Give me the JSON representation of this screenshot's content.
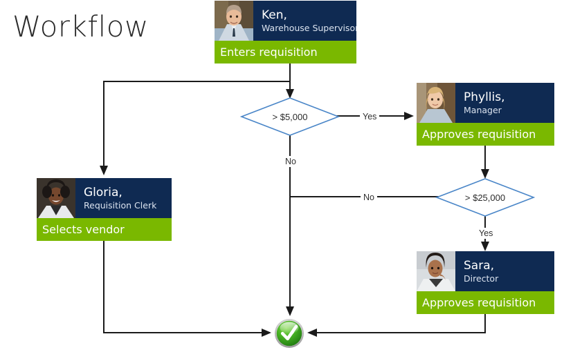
{
  "title": "Workflow",
  "colors": {
    "navy": "#0f2a52",
    "green": "#7ab800",
    "diamond_stroke": "#4a86c8",
    "connector": "#1a1a1a",
    "end_green": "#3faa23"
  },
  "nodes": [
    {
      "id": "ken",
      "name": "Ken,",
      "role": "Warehouse Supervisor",
      "action": "Enters requisition",
      "photo_icon": "person-photo-ken"
    },
    {
      "id": "phyllis",
      "name": "Phyllis,",
      "role": "Manager",
      "action": "Approves requisition",
      "photo_icon": "person-photo-phyllis"
    },
    {
      "id": "gloria",
      "name": "Gloria,",
      "role": "Requisition Clerk",
      "action": "Selects vendor",
      "photo_icon": "person-photo-gloria"
    },
    {
      "id": "sara",
      "name": "Sara,",
      "role": "Director",
      "action": "Approves requisition",
      "photo_icon": "person-photo-sara"
    }
  ],
  "decisions": [
    {
      "id": "d1",
      "label": "> $5,000"
    },
    {
      "id": "d2",
      "label": "> $25,000"
    }
  ],
  "edge_labels": [
    {
      "id": "d1-yes",
      "label": "Yes"
    },
    {
      "id": "d1-no",
      "label": "No"
    },
    {
      "id": "d2-no",
      "label": "No"
    },
    {
      "id": "d2-yes",
      "label": "Yes"
    }
  ],
  "end_node": {
    "id": "end",
    "icon": "green-check-circle-icon",
    "label": "Complete"
  }
}
